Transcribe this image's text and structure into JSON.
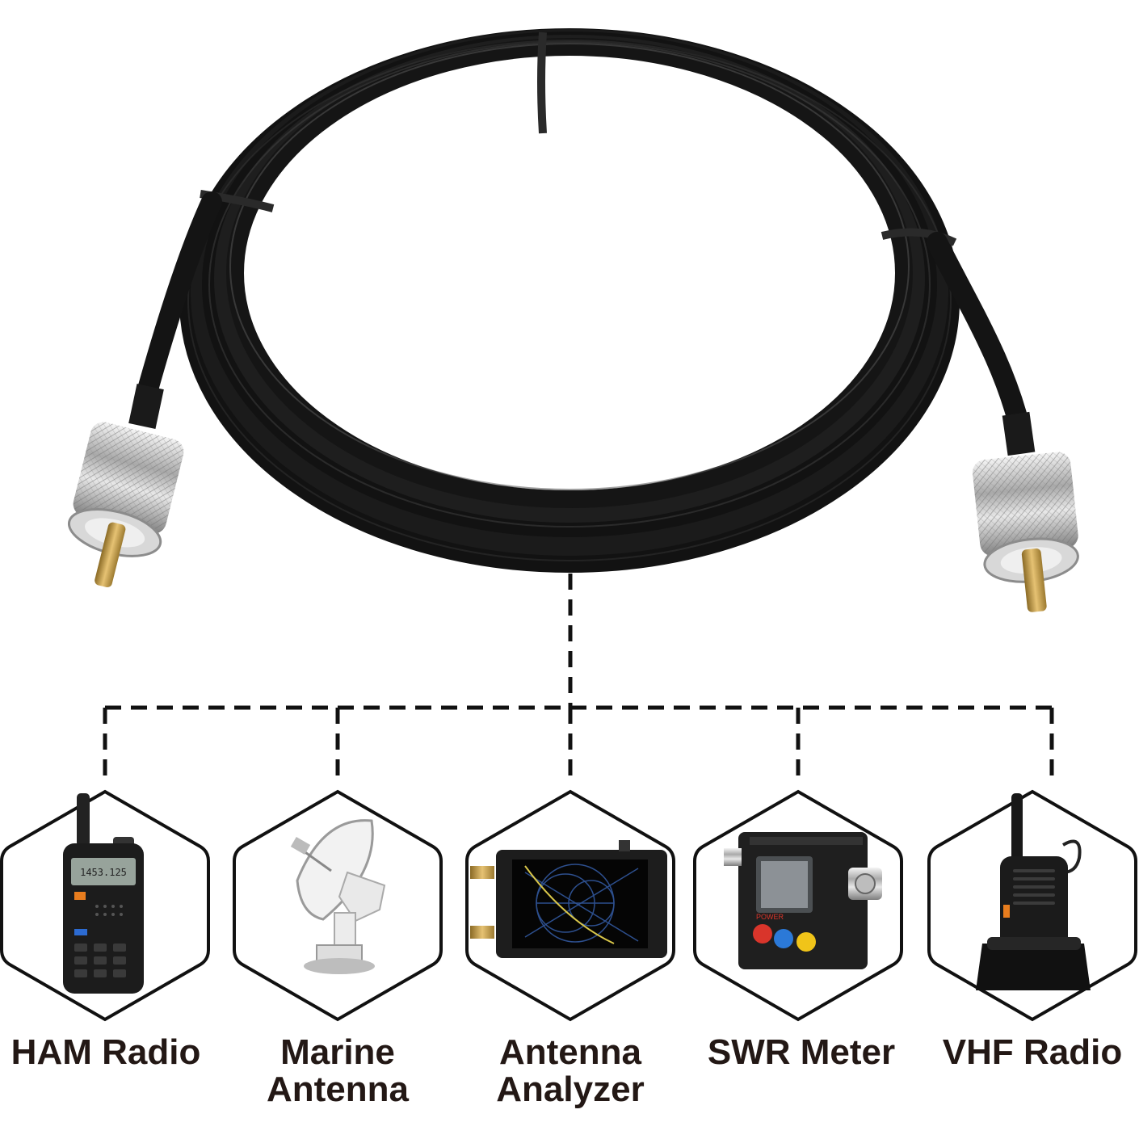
{
  "applications": [
    {
      "id": "ham-radio",
      "lines": [
        "HAM Radio"
      ],
      "icon": "handheld-transceiver-icon"
    },
    {
      "id": "marine-antenna",
      "lines": [
        "Marine",
        "Antenna"
      ],
      "icon": "satellite-dish-icon"
    },
    {
      "id": "antenna-analyzer",
      "lines": [
        "Antenna",
        "Analyzer"
      ],
      "icon": "vector-network-analyzer-icon"
    },
    {
      "id": "swr-meter",
      "lines": [
        "SWR Meter"
      ],
      "icon": "swr-meter-icon"
    },
    {
      "id": "vhf-radio",
      "lines": [
        "VHF Radio"
      ],
      "icon": "walkie-talkie-icon"
    }
  ],
  "colors": {
    "cable": "#141414",
    "connector": "#c9c9c9",
    "pin": "#c9a24a",
    "hexagon_stroke": "#111111",
    "label_text": "#231815"
  }
}
